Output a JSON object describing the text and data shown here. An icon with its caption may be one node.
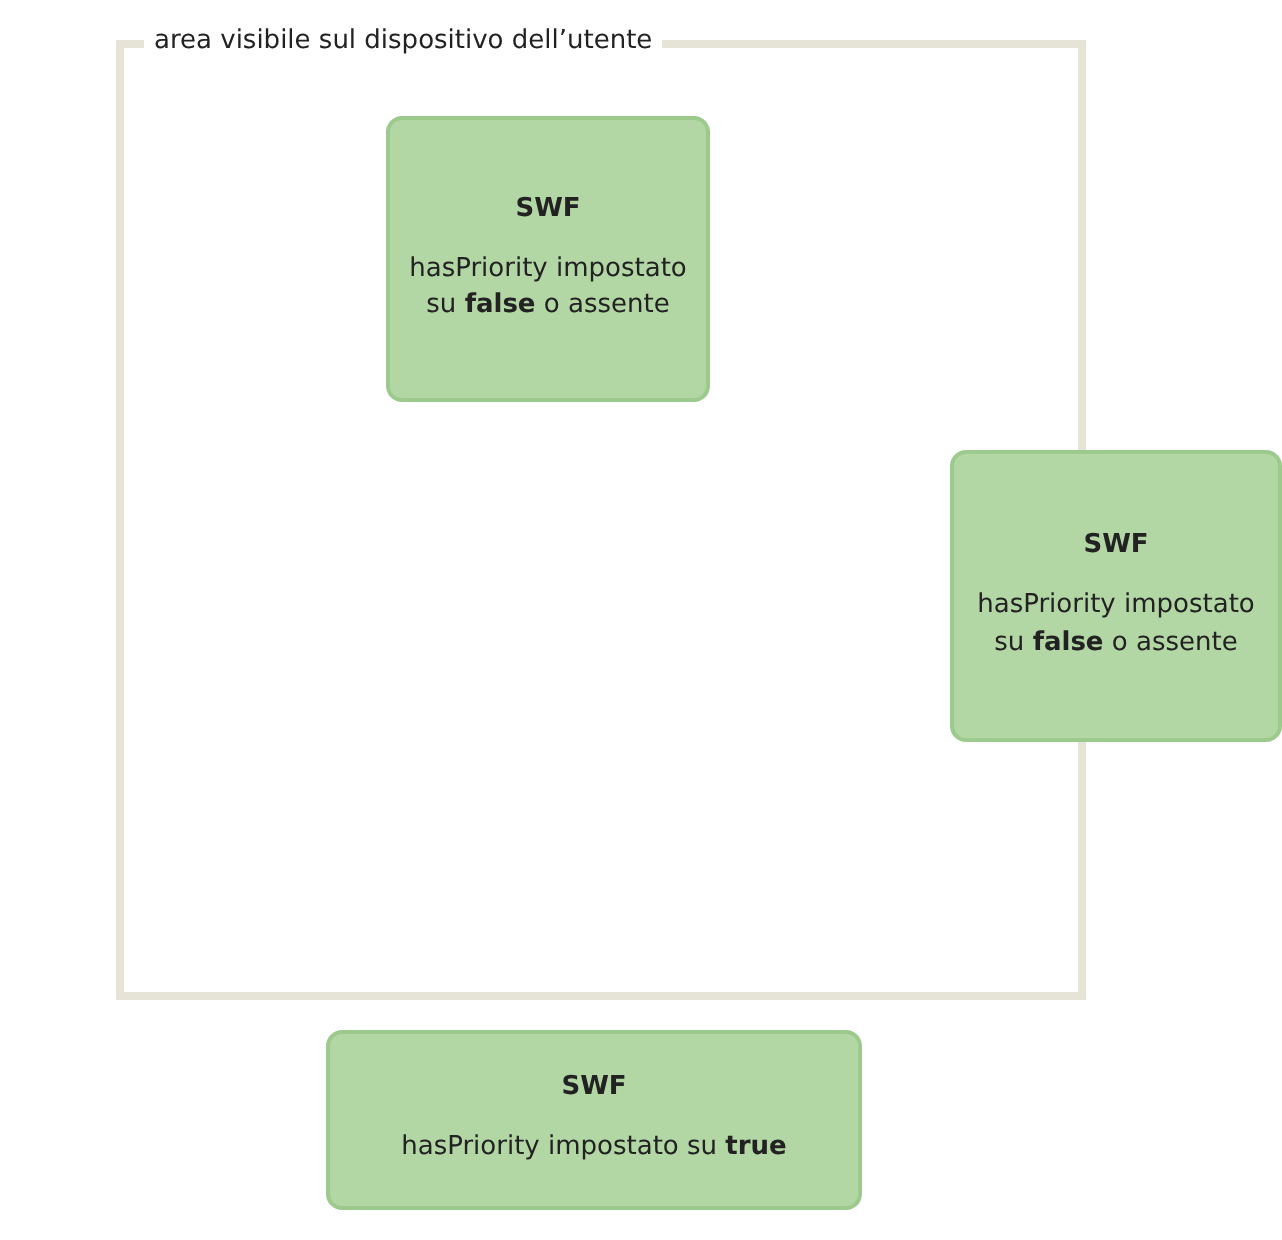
{
  "diagram": {
    "nodes": [
      {
        "text": [
          "area visibile sul dispositivo dell’utente"
        ]
      },
      {
        "text": [
          "SWF",
          "hasPriority impostato su **false** o assente"
        ],
        "in": 0
      },
      {
        "text": [
          "SWF",
          "hasPriority impostato su **false** o assente"
        ]
      },
      {
        "text": [
          "SWF",
          "hasPriority impostato su **true**"
        ]
      }
    ]
  }
}
